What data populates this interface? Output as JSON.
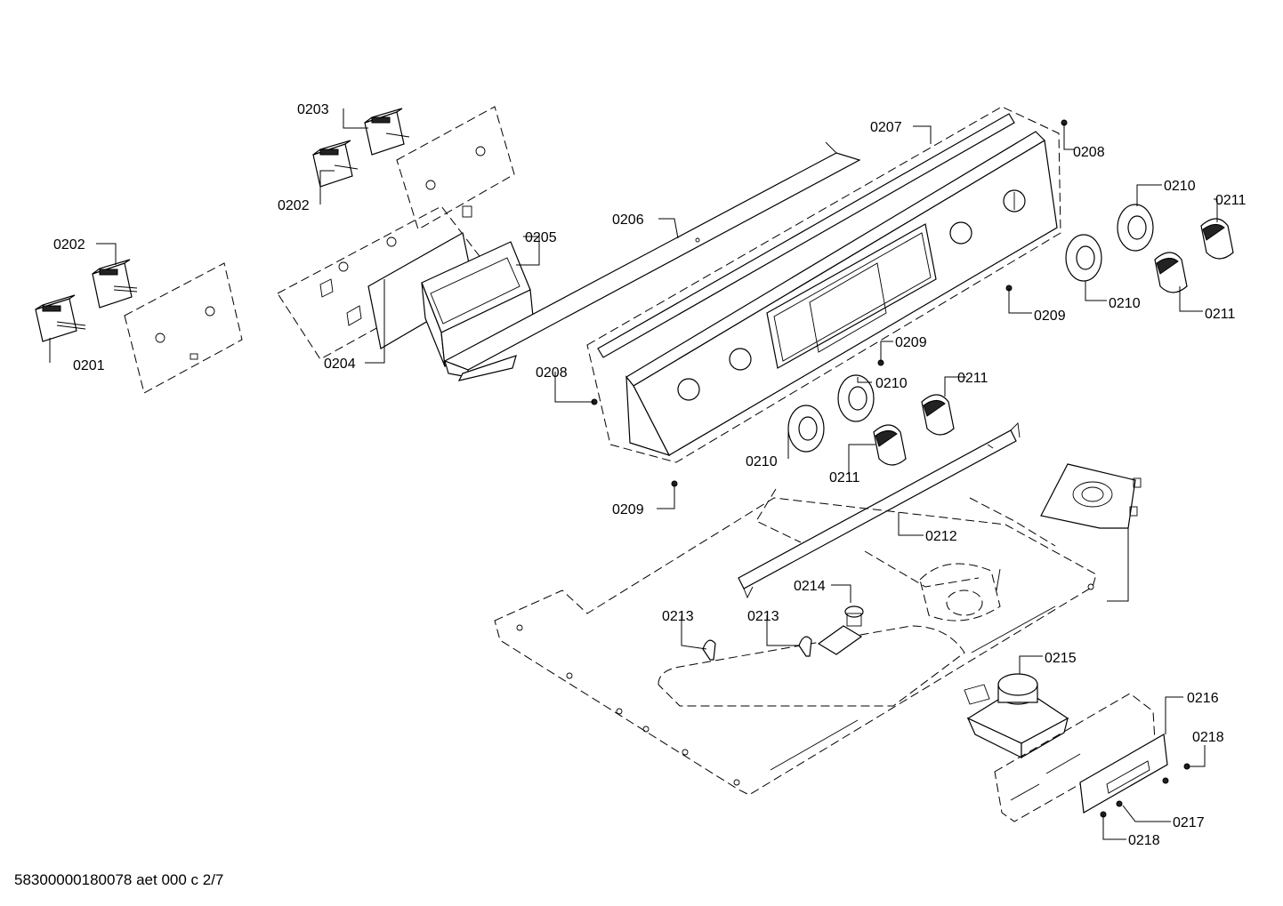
{
  "footer": {
    "document_id": "58300000180078 aet 000 c 2/7"
  },
  "labels": {
    "p0201": "0201",
    "p0202a": "0202",
    "p0202b": "0202",
    "p0203": "0203",
    "p0204": "0204",
    "p0205": "0205",
    "p0206": "0206",
    "p0207": "0207",
    "p0208a": "0208",
    "p0208b": "0208",
    "p0209a": "0209",
    "p0209b": "0209",
    "p0209c": "0209",
    "p0210a": "0210",
    "p0210b": "0210",
    "p0210c": "0210",
    "p0210d": "0210",
    "p0211a": "0211",
    "p0211b": "0211",
    "p0211c": "0211",
    "p0211d": "0211",
    "p0212": "0212",
    "p0213a": "0213",
    "p0213b": "0213",
    "p0214": "0214",
    "p0215": "0215",
    "p0216": "0216",
    "p0217": "0217",
    "p0218a": "0218",
    "p0218b": "0218"
  }
}
